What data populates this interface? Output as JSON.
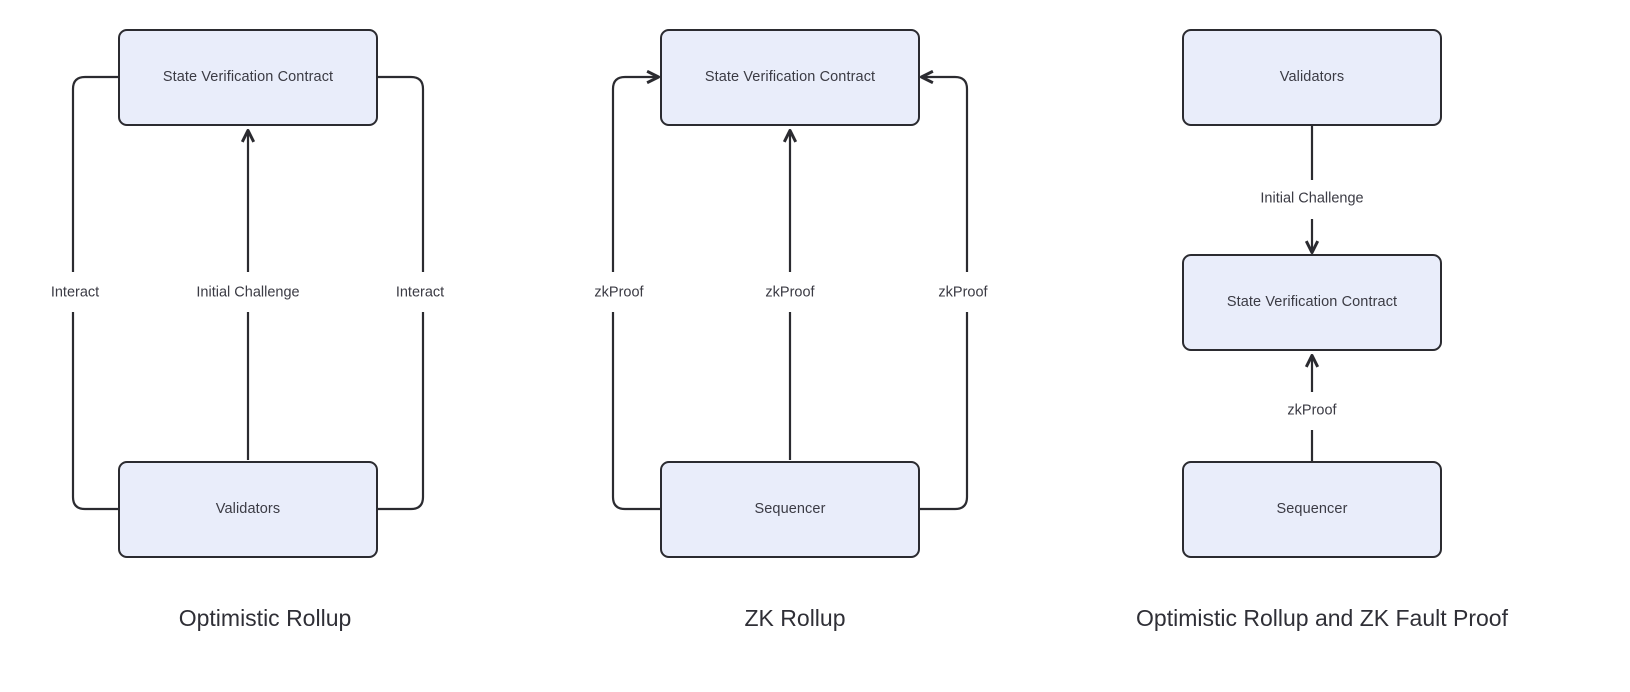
{
  "diagram": {
    "type": "flowchart",
    "background_color": "#ffffff",
    "node_fill": "#e9edfa",
    "node_border": "#2b2b30",
    "text_color": "#3b3b44",
    "caption_color": "#2f2f36",
    "panels": [
      {
        "id": "optimistic-rollup",
        "caption": "Optimistic Rollup",
        "nodes": [
          {
            "id": "svc",
            "label": "State Verification Contract"
          },
          {
            "id": "validators",
            "label": "Validators"
          }
        ],
        "edges": [
          {
            "id": "left-interact",
            "label": "Interact",
            "from": "validators",
            "to": "svc",
            "arrowhead": false,
            "route": "elbow-left"
          },
          {
            "id": "center-challenge",
            "label": "Initial Challenge",
            "from": "validators",
            "to": "svc",
            "arrowhead": true,
            "route": "straight-up"
          },
          {
            "id": "right-interact",
            "label": "Interact",
            "from": "validators",
            "to": "svc",
            "arrowhead": false,
            "route": "elbow-right"
          }
        ]
      },
      {
        "id": "zk-rollup",
        "caption": "ZK Rollup",
        "nodes": [
          {
            "id": "svc",
            "label": "State Verification Contract"
          },
          {
            "id": "sequencer",
            "label": "Sequencer"
          }
        ],
        "edges": [
          {
            "id": "left-zkproof",
            "label": "zkProof",
            "from": "sequencer",
            "to": "svc",
            "arrowhead": true,
            "route": "elbow-left"
          },
          {
            "id": "center-zkproof",
            "label": "zkProof",
            "from": "sequencer",
            "to": "svc",
            "arrowhead": true,
            "route": "straight-up"
          },
          {
            "id": "right-zkproof",
            "label": "zkProof",
            "from": "sequencer",
            "to": "svc",
            "arrowhead": true,
            "route": "elbow-right"
          }
        ]
      },
      {
        "id": "optimistic-rollup-and-zk-fault-proof",
        "caption": "Optimistic Rollup and ZK Fault Proof",
        "nodes": [
          {
            "id": "validators",
            "label": "Validators"
          },
          {
            "id": "svc",
            "label": "State Verification Contract"
          },
          {
            "id": "sequencer",
            "label": "Sequencer"
          }
        ],
        "edges": [
          {
            "id": "challenge-down",
            "label": "Initial Challenge",
            "from": "validators",
            "to": "svc",
            "arrowhead": true,
            "route": "straight-down"
          },
          {
            "id": "zkproof-up",
            "label": "zkProof",
            "from": "sequencer",
            "to": "svc",
            "arrowhead": true,
            "route": "straight-up"
          }
        ]
      }
    ]
  }
}
